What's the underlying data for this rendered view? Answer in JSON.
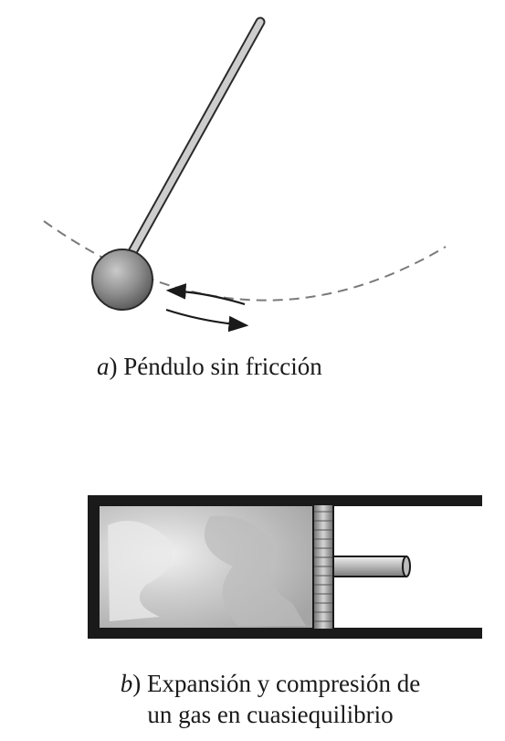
{
  "figure_a": {
    "letter": "a",
    "caption": ") Péndulo sin fricción"
  },
  "figure_b": {
    "letter": "b",
    "caption_line1": ") Expansión y compresión de",
    "caption_line2": "un gas en cuasiequilibrio"
  },
  "colors": {
    "outline": "#1a1a1a",
    "bob": "#8a8a8a",
    "rod": "#c8c8c8",
    "dashed_path": "#7a7a7a",
    "gas": "#b0b0b0",
    "piston": "#9a9a9a"
  },
  "icons": [
    "pendulum",
    "double-arrow",
    "piston-cylinder"
  ]
}
